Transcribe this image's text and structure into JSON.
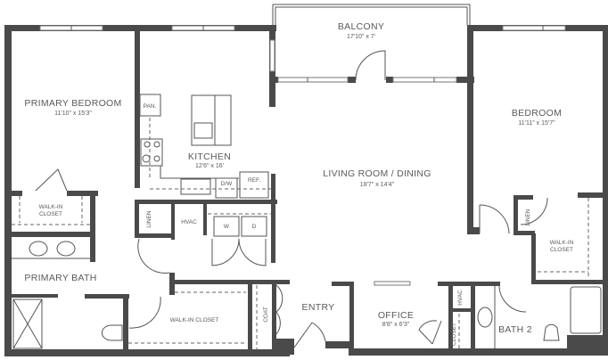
{
  "plan": {
    "rooms": {
      "balcony": {
        "name": "BALCONY",
        "dims": "17'10\" x 7'"
      },
      "primary_bedroom": {
        "name": "PRIMARY BEDROOM",
        "dims": "11'10\" x 15'3\""
      },
      "kitchen": {
        "name": "KITCHEN",
        "dims": "12'6\" x 16'"
      },
      "living": {
        "name": "LIVING ROOM / DINING",
        "dims": "18'7\" x 14'4\""
      },
      "bedroom": {
        "name": "BEDROOM",
        "dims": "11'11\" x 15'7\""
      },
      "primary_bath": {
        "name": "PRIMARY BATH"
      },
      "entry": {
        "name": "ENTRY"
      },
      "office": {
        "name": "OFFICE",
        "dims": "8'8\" x 6'3\""
      },
      "bath2": {
        "name": "BATH 2"
      }
    },
    "fixtures": {
      "pantry": "PAN.",
      "dishwasher": "D/W",
      "refrigerator": "REF.",
      "linen_left": "LINEN",
      "hvac_left": "HVAC",
      "washer": "W",
      "dryer": "D",
      "walkin_left_1": "WALK-IN",
      "walkin_left_2": "CLOSET",
      "walkin_bottom": "WALK-IN CLOSET",
      "coat": "COAT",
      "hvac_right": "HVAC",
      "closet_office": "CLOSET",
      "linen_right": "LINEN",
      "walkin_right_1": "WALK-IN",
      "walkin_right_2": "CLOSET"
    }
  }
}
